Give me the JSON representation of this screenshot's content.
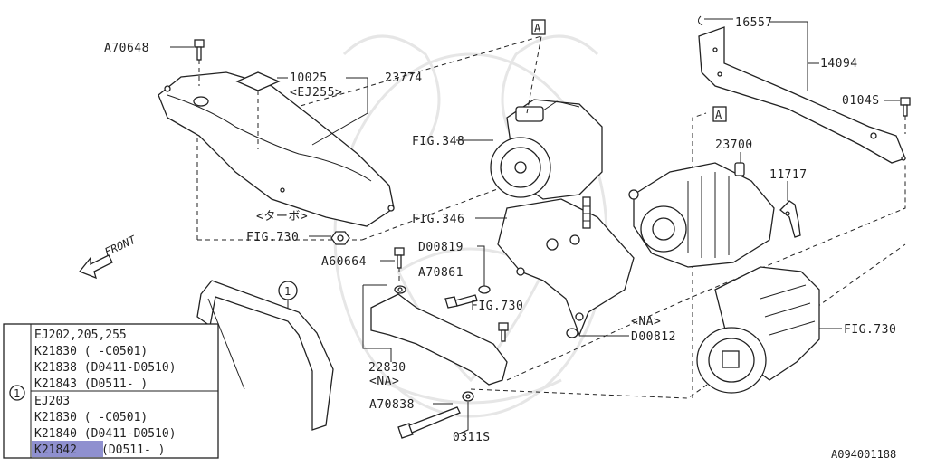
{
  "labels": {
    "a70648": "A70648",
    "p10025": "10025",
    "p23774": "23774",
    "ej255": "<EJ255>",
    "turbo": "<ターボ>",
    "fig730_a": "FIG.730",
    "fig348": "FIG.348",
    "fig346": "FIG.346",
    "d00819": "D00819",
    "a60664": "A60664",
    "a70861": "A70861",
    "fig730_b": "FIG.730",
    "na_1": "<NA>",
    "d00812": "D00812",
    "p22830": "22830",
    "na_2": "<NA>",
    "a70838": "A70838",
    "p0311s": "0311S",
    "p16557": "16557",
    "p14094": "14094",
    "p0104s": "0104S",
    "p23700": "23700",
    "p11717": "11717",
    "fig730_c": "FIG.730",
    "ref_a_top": "A",
    "ref_a_mid": "A",
    "front": "FRONT",
    "callout_1": "1",
    "diagram_id": "A094001188"
  },
  "table": {
    "index": "1",
    "groups": [
      {
        "header": "EJ202,205,255",
        "rows": [
          "K21830 ( -C0501)",
          "K21838 (D0411-D0510)",
          "K21843 (D0511- )"
        ]
      },
      {
        "header": "EJ203",
        "rows": [
          "K21830 ( -C0501)",
          "K21840 (D0411-D0510)"
        ]
      }
    ],
    "highlight_row": {
      "part": "K21842",
      "range": "(D0511- )"
    }
  },
  "colors": {
    "highlight": "#8f90cf",
    "ink": "#222222",
    "watermark": "#e6e6e6"
  }
}
